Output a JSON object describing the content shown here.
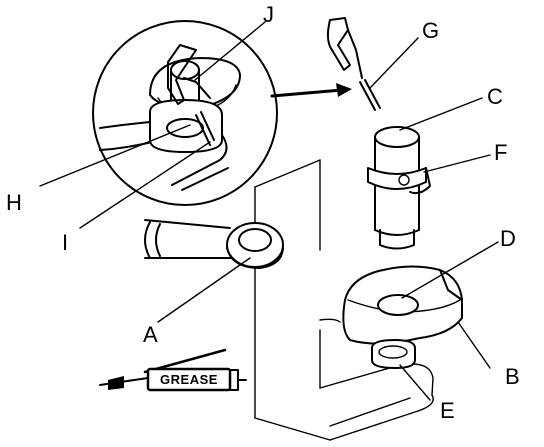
{
  "diagram": {
    "labels": {
      "A": "A",
      "B": "B",
      "C": "C",
      "D": "D",
      "E": "E",
      "F": "F",
      "G": "G",
      "H": "H",
      "I": "I",
      "J": "J"
    },
    "grease_tube_text": "GREASE"
  }
}
